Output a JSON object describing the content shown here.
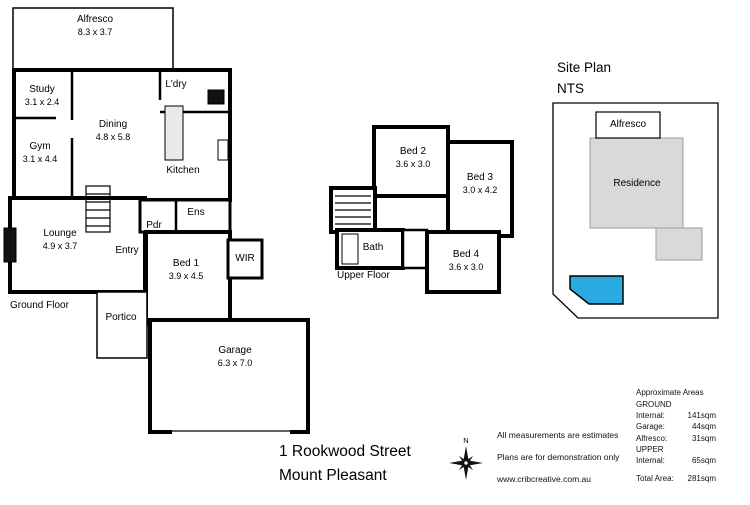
{
  "address": {
    "line1": "1 Rookwood Street",
    "line2": "Mount Pleasant"
  },
  "ground_floor": {
    "label": "Ground Floor",
    "rooms": {
      "alfresco": {
        "name": "Alfresco",
        "dims": "8.3 x 3.7"
      },
      "study": {
        "name": "Study",
        "dims": "3.1 x 2.4"
      },
      "dining": {
        "name": "Dining",
        "dims": "4.8 x 5.8"
      },
      "ldry": {
        "name": "L'dry"
      },
      "kitchen": {
        "name": "Kitchen"
      },
      "gym": {
        "name": "Gym",
        "dims": "3.1 x 4.4"
      },
      "ens": {
        "name": "Ens"
      },
      "pdr": {
        "name": "Pdr"
      },
      "lounge": {
        "name": "Lounge",
        "dims": "4.9 x 3.7"
      },
      "entry": {
        "name": "Entry"
      },
      "bed1": {
        "name": "Bed 1",
        "dims": "3.9 x 4.5"
      },
      "wir": {
        "name": "WIR"
      },
      "portico": {
        "name": "Portico"
      },
      "garage": {
        "name": "Garage",
        "dims": "6.3 x 7.0"
      }
    }
  },
  "upper_floor": {
    "label": "Upper Floor",
    "rooms": {
      "bed2": {
        "name": "Bed 2",
        "dims": "3.6 x 3.0"
      },
      "bed3": {
        "name": "Bed 3",
        "dims": "3.0 x 4.2"
      },
      "bath": {
        "name": "Bath"
      },
      "bed4": {
        "name": "Bed 4",
        "dims": "3.6 x 3.0"
      }
    }
  },
  "site_plan": {
    "title": "Site Plan",
    "subtitle": "NTS",
    "labels": {
      "alfresco": "Alfresco",
      "residence": "Residence"
    },
    "pool_color": "#29abe2",
    "residence_fill": "#d9d9d9"
  },
  "compass": {
    "north_label": "N"
  },
  "disclaimer": {
    "line1": "All measurements are estimates",
    "line2": "Plans are for demonstration only",
    "line3": "www.cribcreative.com.au"
  },
  "areas": {
    "heading": "Approximate Areas",
    "sections": [
      {
        "label": "GROUND",
        "rows": [
          {
            "label": "Internal:",
            "value": "141sqm"
          },
          {
            "label": "Garage:",
            "value": "44sqm"
          },
          {
            "label": "Alfresco:",
            "value": "31sqm"
          }
        ]
      },
      {
        "label": "UPPER",
        "rows": [
          {
            "label": "Internal:",
            "value": "65sqm"
          }
        ]
      }
    ],
    "total": {
      "label": "Total Area:",
      "value": "281sqm"
    }
  }
}
